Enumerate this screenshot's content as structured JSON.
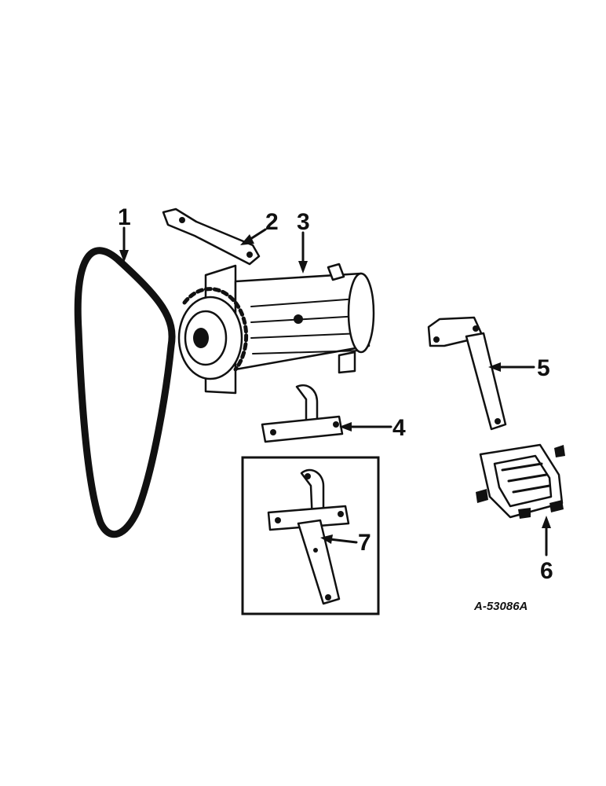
{
  "diagram": {
    "callouts": [
      "1",
      "2",
      "3",
      "4",
      "5",
      "6",
      "7"
    ],
    "reference_code": "A-53086A"
  },
  "colors": {
    "ink": "#111111",
    "paper": "#ffffff"
  }
}
